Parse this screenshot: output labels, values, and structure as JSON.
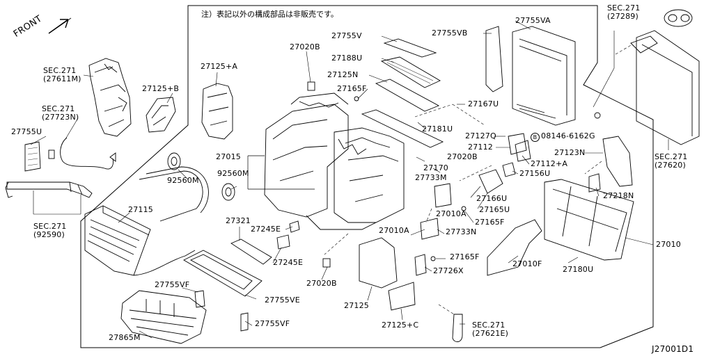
{
  "note": "注）表記以外の構成部品は非販売です。",
  "direction": "FRONT",
  "diagram_code": "J27001D1",
  "bolt_symbol": "B",
  "labels": {
    "sec271_27611m": [
      "SEC.271",
      "(27611M)"
    ],
    "sec271_27723n": [
      "SEC.271",
      "(27723N)"
    ],
    "sec271_92590": [
      "SEC.271",
      "(92590)"
    ],
    "sec271_27289": [
      "SEC.271",
      "(27289)"
    ],
    "sec271_27620": [
      "SEC.271",
      "(27620)"
    ],
    "sec271_27621e": [
      "SEC.271",
      "(27621E)"
    ],
    "p27755u": "27755U",
    "p27125b": "27125+B",
    "p27125a": "27125+A",
    "p27015": "27015",
    "p92560m_a": "92560M",
    "p92560m_b": "92560M",
    "p27115": "27115",
    "p27321": "27321",
    "p27245e_a": "27245E",
    "p27245e_b": "27245E",
    "p27020b_a": "27020B",
    "p27020b_b": "27020B",
    "p27020b_c": "27020B",
    "p27755v": "27755V",
    "p27188u": "27188U",
    "p27125n": "27125N",
    "p27165f_a": "27165F",
    "p27165f_b": "27165F",
    "p27165f_c": "27165F",
    "p27181u": "27181U",
    "p27755vb": "27755VB",
    "p27755va": "27755VA",
    "p27167u": "27167U",
    "p27127q": "27127Q",
    "p08146": "08146-6162G",
    "p27112": "27112",
    "p27112a": "27112+A",
    "p27123n": "27123N",
    "p27170": "27170",
    "p27156u": "27156U",
    "p27733m": "27733M",
    "p27733n": "27733N",
    "p27166u": "27166U",
    "p27165u": "27165U",
    "p27010a": "27010A",
    "p27010a_b": "27010A",
    "p27218n": "27218N",
    "p27010": "27010",
    "p27726x": "27726X",
    "p27010f": "27010F",
    "p27180u": "27180U",
    "p27755vf_a": "27755VF",
    "p27755vf_b": "27755VF",
    "p27755ve": "27755VE",
    "p27865m": "27865M",
    "p27125": "27125",
    "p27125c": "27125+C"
  }
}
